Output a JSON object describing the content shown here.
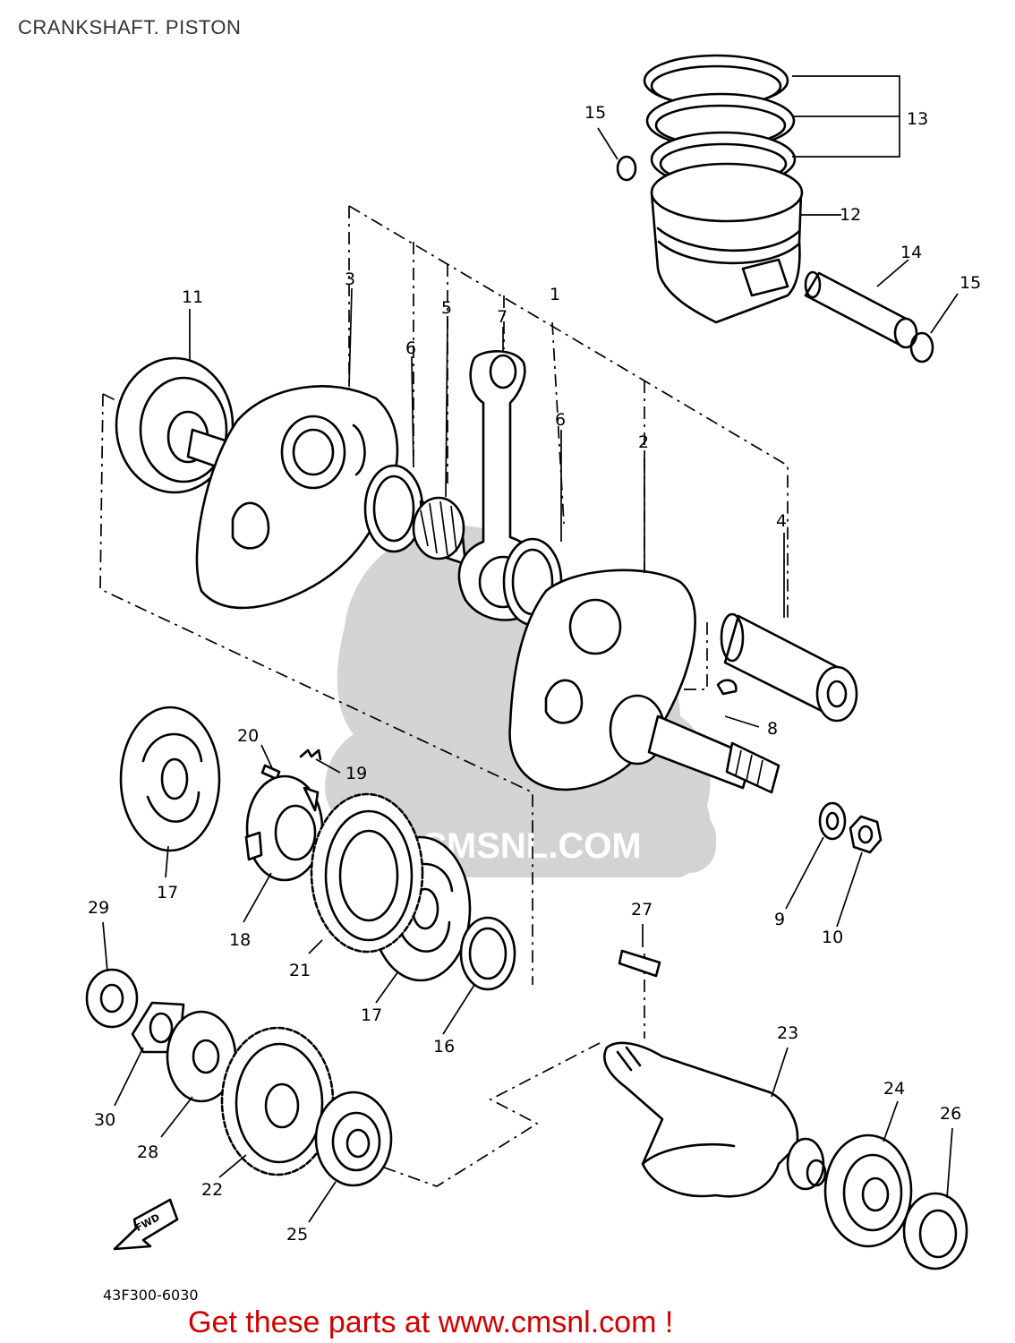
{
  "title": "CRANKSHAFT. PISTON",
  "drawing_code": "43F300-6030",
  "fwd_label": "FWD",
  "watermark_text": "CMSNL.COM",
  "cta_text": "Get these parts at www.cmsnl.com !",
  "colors": {
    "cta": "#d40000",
    "ink": "#000000",
    "watermark": "#cfcfcf",
    "title": "#333333"
  },
  "callouts": {
    "c1": "1",
    "c2": "2",
    "c3": "3",
    "c4": "4",
    "c5": "5",
    "c6a": "6",
    "c6b": "6",
    "c7": "7",
    "c8": "8",
    "c9": "9",
    "c10": "10",
    "c11": "11",
    "c12": "12",
    "c13": "13",
    "c14": "14",
    "c15a": "15",
    "c15b": "15",
    "c16": "16",
    "c17a": "17",
    "c17b": "17",
    "c18": "18",
    "c19": "19",
    "c20": "20",
    "c21": "21",
    "c22": "22",
    "c23": "23",
    "c24": "24",
    "c25": "25",
    "c26": "26",
    "c27": "27",
    "c28": "28",
    "c29": "29",
    "c30": "30"
  }
}
